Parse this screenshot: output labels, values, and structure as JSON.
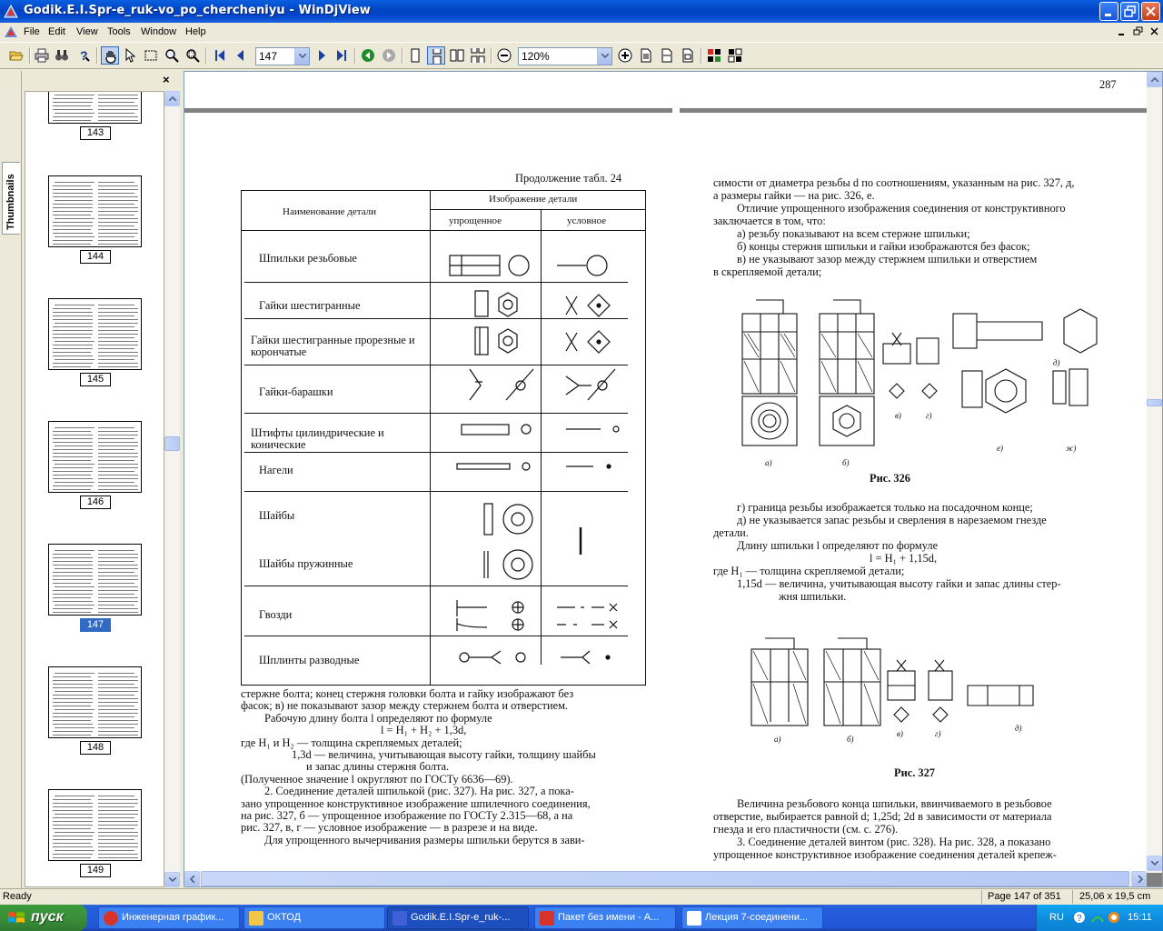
{
  "window": {
    "title": "Godik.E.I.Spr-e_ruk-vo_po_chercheniyu - WinDjView"
  },
  "menu": {
    "items": [
      "File",
      "Edit",
      "View",
      "Tools",
      "Window",
      "Help"
    ]
  },
  "toolbar": {
    "page_value": "147",
    "zoom_value": "120%"
  },
  "sidebar": {
    "tab_label": "Thumbnails",
    "close_glyph": "×",
    "thumbnails": [
      {
        "label": "143",
        "selected": false
      },
      {
        "label": "144",
        "selected": false
      },
      {
        "label": "145",
        "selected": false
      },
      {
        "label": "146",
        "selected": false
      },
      {
        "label": "147",
        "selected": true
      },
      {
        "label": "148",
        "selected": false
      },
      {
        "label": "149",
        "selected": false
      }
    ]
  },
  "document": {
    "top_page_number": "287",
    "left": {
      "table_caption": "Продолжение табл. 24",
      "col_name": "Наименование детали",
      "col_image": "Изображение детали",
      "col_simplified": "упрощенное",
      "col_conventional": "условное",
      "rows": [
        "Шпильки резьбовые",
        "Гайки шестигранные",
        "Гайки шестигранные прорезные и корончатые",
        "Гайки-барашки",
        "Штифты цилиндрические и конические",
        "Нагели",
        "Шайбы",
        "Шайбы пружинные",
        "Гвозди",
        "Шплинты разводные"
      ],
      "body": [
        "стержне болта; конец стержня головки болта и гайку изображают без",
        "фасок; в) не показывают зазор между стержнем болта и отверстием.",
        "Рабочую длину болта l определяют по формуле",
        "l = H₁ + H₂ + 1,3d,",
        "где  H₁ и H₂ — толщина скрепляемых деталей;",
        "1,3d — величина, учитывающая высоту гайки, толщину шайбы",
        "и запас длины стержня болта.",
        "(Полученное значение l округляют по ГОСТу 6636—69).",
        "2. Соединение деталей шпилькой (рис. 327). На рис. 327, а пока-",
        "зано упрощенное конструктивное изображение шпилечного соединения,",
        "на рис. 327, б — упрощенное изображение по ГОСТу 2.315—68, а на",
        "рис. 327, в, г — условное изображение — в разрезе и на виде.",
        "Для упрощенного вычерчивания размеры шпильки берутся в зави-"
      ]
    },
    "right": {
      "top_text": [
        "симости от диаметра резьбы d по соотношениям, указанным на рис. 327, д,",
        "а размеры гайки — на рис. 326, е.",
        "Отличие упрощенного изображения соединения от конструктивного",
        "заключается в том, что:",
        "а) резьбу показывают на всем стержне шпильки;",
        "б) концы стержня шпильки и гайки изображаются без фасок;",
        "в) не указывают зазор между стержнем шпильки и отверстием",
        "в скрепляемой детали;"
      ],
      "fig326": "Рис. 326",
      "mid_text": [
        "г) граница резьбы изображается только на посадочном конце;",
        "д) не указывается запас резьбы и сверления в нарезаемом гнезде",
        "детали.",
        "Длину шпильки l определяют по формуле",
        "l = H₁ + 1,15d,",
        "где    H₁ — толщина скрепляемой детали;",
        "1,15d — величина, учитывающая высоту гайки и запас длины стер-",
        "жня шпильки."
      ],
      "fig327": "Рис. 327",
      "bottom_text": [
        "Величина резьбового конца шпильки, ввинчиваемого в резьбовое",
        "отверстие, выбирается равной d; 1,25d; 2d в зависимости от материала",
        "гнезда и его пластичности (см. с. 276).",
        "3. Соединение деталей винтом (рис. 328). На рис. 328, а показано",
        "упрощенное конструктивное изображение соединения деталей крепеж-"
      ]
    }
  },
  "status": {
    "left": "Ready",
    "page": "Page 147 of 351",
    "size": "25,06 x 19,5 cm"
  },
  "taskbar": {
    "start_label": "пуск",
    "tasks": [
      {
        "label": "Инженерная график...",
        "active": false
      },
      {
        "label": "ОКТОД",
        "active": false
      },
      {
        "label": "Godik.E.I.Spr-e_ruk-...",
        "active": true
      },
      {
        "label": "Пакет без имени - А...",
        "active": false
      },
      {
        "label": "Лекция 7-соединени...",
        "active": false
      }
    ],
    "lang": "RU",
    "clock": "15:11"
  },
  "colors": {
    "title_bar": "#0244c3",
    "selection": "#316ac5",
    "start_green": "#3c8f3c"
  }
}
